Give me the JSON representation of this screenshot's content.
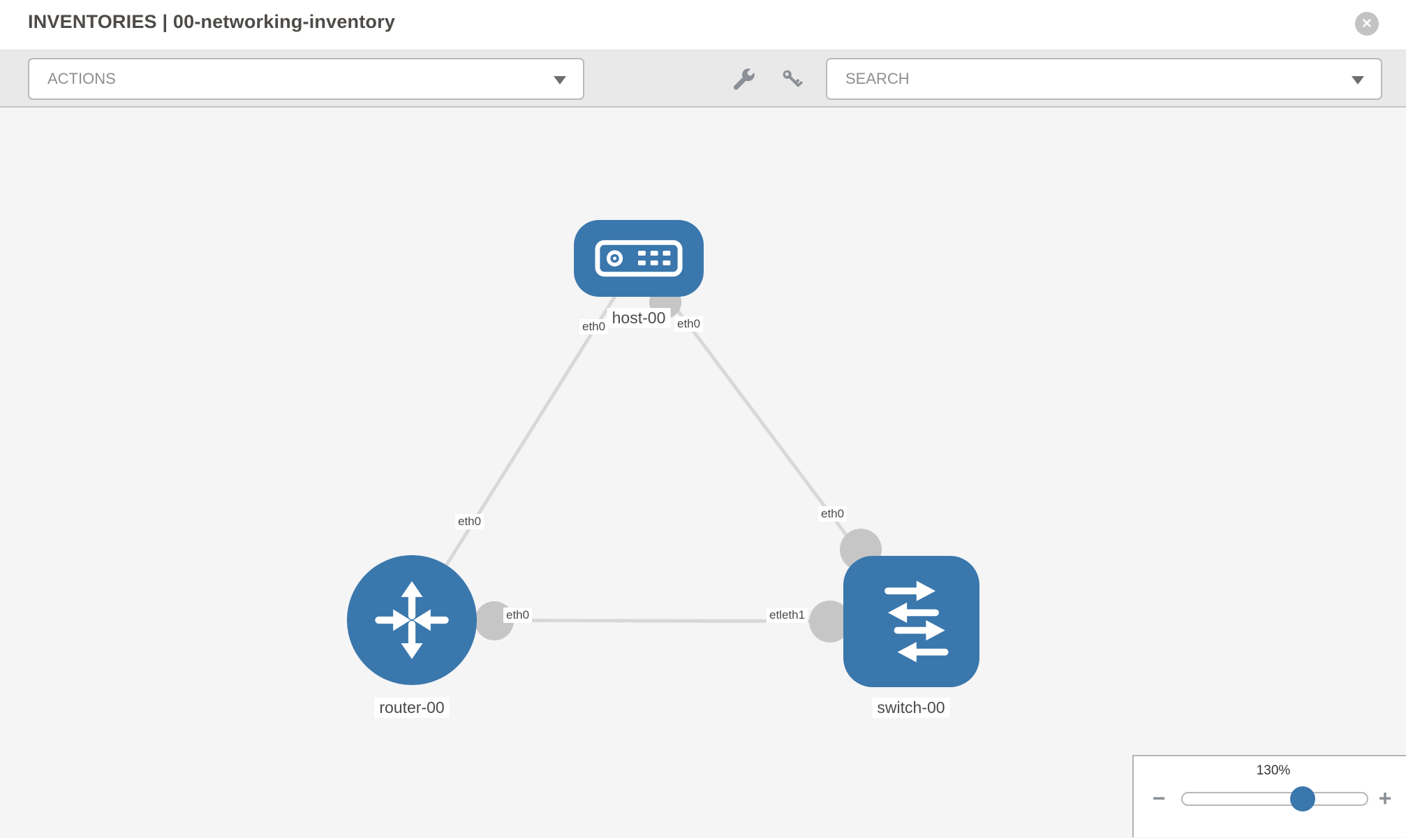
{
  "header": {
    "title": "INVENTORIES | 00-networking-inventory",
    "close_glyph": "✕"
  },
  "toolbar": {
    "actions_value": "ACTIONS",
    "search_value": "SEARCH",
    "tools": [
      {
        "name": "wrench-icon"
      },
      {
        "name": "key-icon"
      }
    ]
  },
  "topology": {
    "nodes": [
      {
        "id": "host-00",
        "label": "host-00",
        "type": "host"
      },
      {
        "id": "router-00",
        "label": "router-00",
        "type": "router"
      },
      {
        "id": "switch-00",
        "label": "switch-00",
        "type": "switch"
      }
    ],
    "links": [
      {
        "from": "host-00",
        "to": "router-00"
      },
      {
        "from": "host-00",
        "to": "switch-00"
      },
      {
        "from": "router-00",
        "to": "switch-00"
      }
    ],
    "iface_labels": [
      {
        "text": "eth0"
      },
      {
        "text": "eth0"
      },
      {
        "text": "eth0"
      },
      {
        "text": "eth0"
      },
      {
        "text": "eth0"
      },
      {
        "text": "etleth1"
      }
    ]
  },
  "zoom_control": {
    "level": "130%",
    "minus_glyph": "−",
    "plus_glyph": "+"
  },
  "colors": {
    "node_blue": "#3a77ad",
    "link_gray": "#d8d8d8",
    "port_gray": "#c6c6c6",
    "toolbar_gray": "#e9e9e9",
    "canvas_gray": "#f5f5f5",
    "slider_thumb_blue": "#3a77ad"
  }
}
